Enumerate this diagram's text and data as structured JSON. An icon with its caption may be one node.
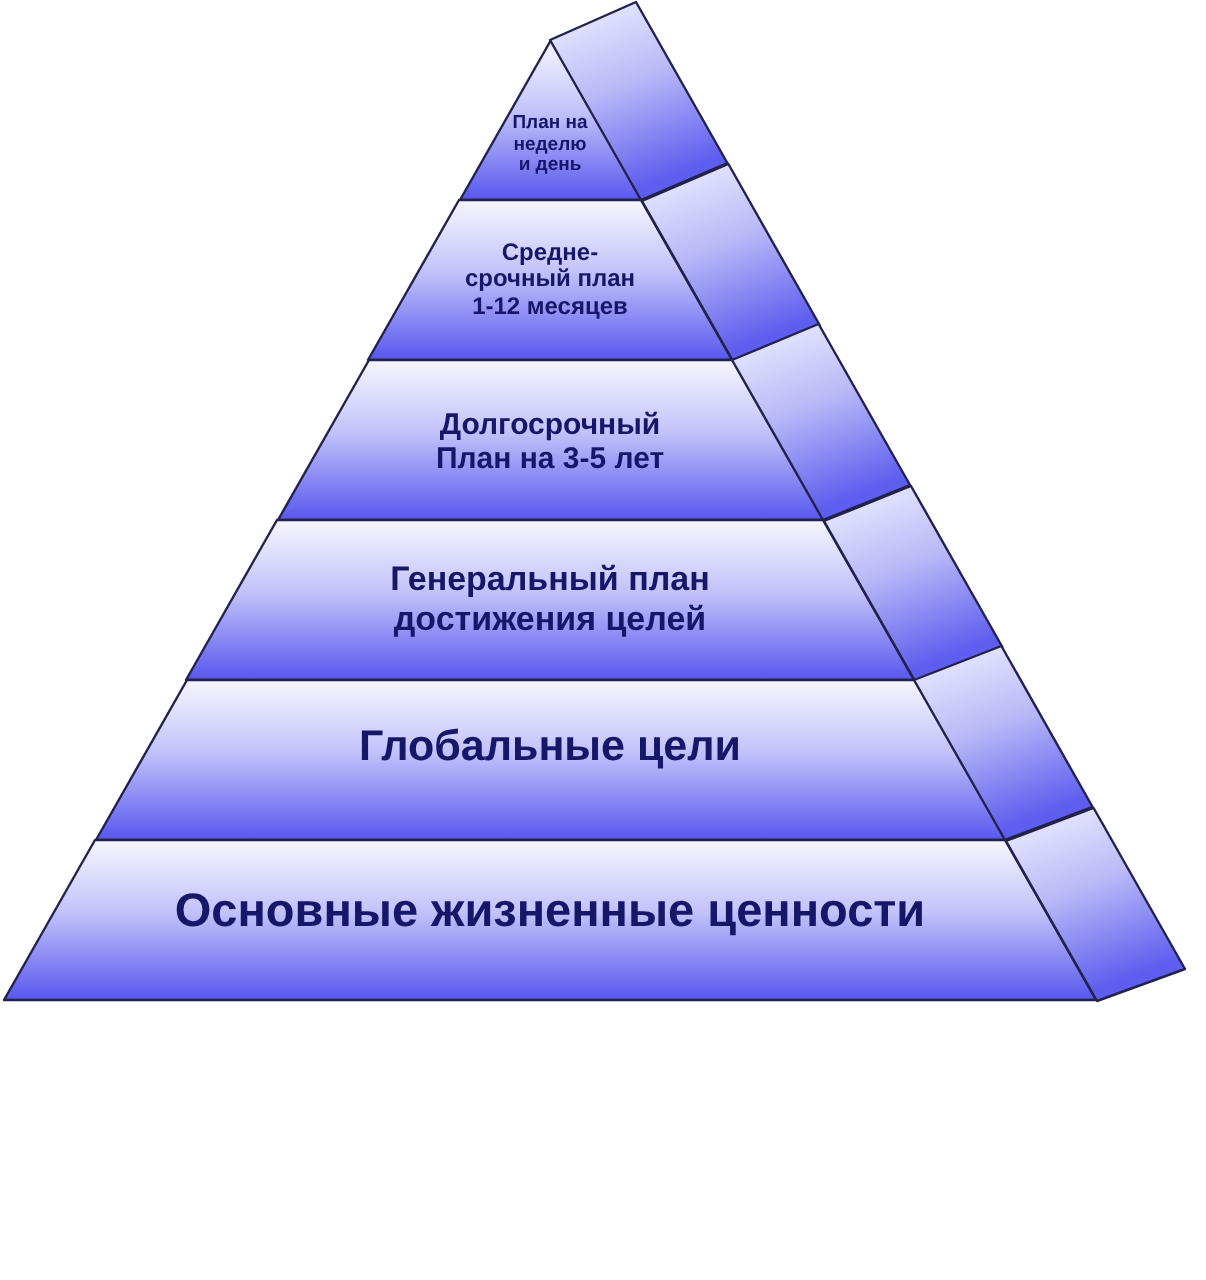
{
  "diagram": {
    "nodes": [
      {
        "text": [
          "План на неделю и день"
        ]
      },
      {
        "text": [],
        "shape": "box"
      },
      {
        "text": [
          "Средне- срочный план 1-12 месяцев"
        ]
      },
      {
        "text": [],
        "shape": "box"
      },
      {
        "text": [
          "Долгосрочный План на 3-5 лет"
        ]
      },
      {
        "text": [],
        "shape": "box"
      },
      {
        "text": [
          "Генеральный план достижения целей"
        ]
      },
      {
        "text": [],
        "shape": "box"
      },
      {
        "text": [
          "Глобальные цели"
        ]
      },
      {
        "text": [],
        "shape": "box"
      },
      {
        "text": [
          "Основные жизненные ценности"
        ]
      },
      {
        "text": [],
        "shape": "box"
      }
    ]
  }
}
